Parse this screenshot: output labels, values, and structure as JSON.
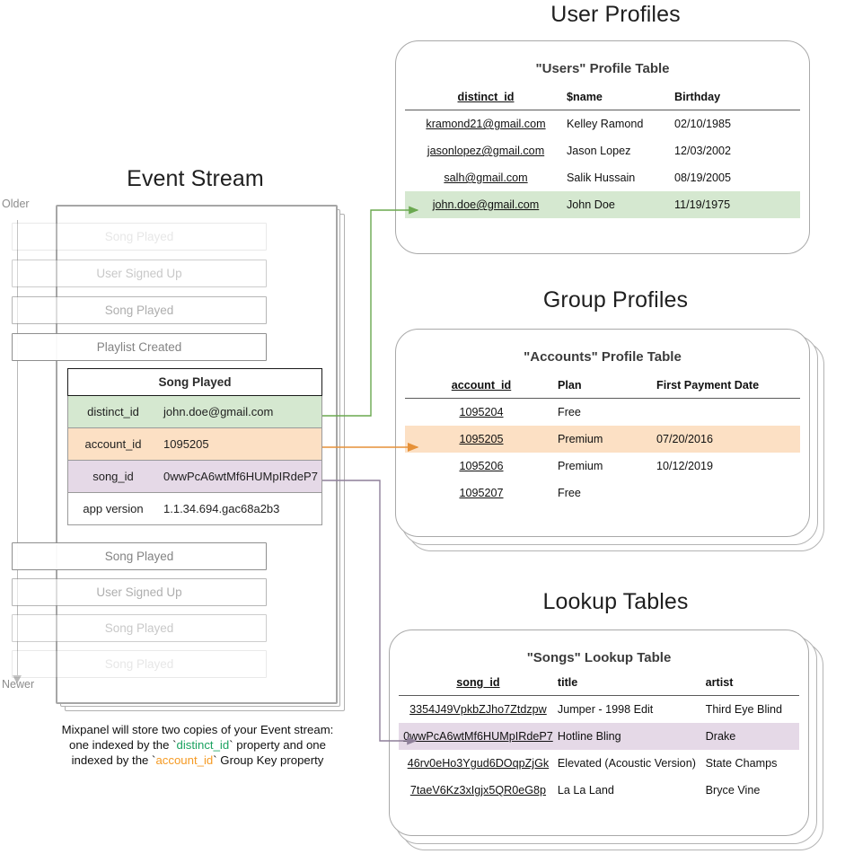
{
  "sections": {
    "user_profiles": {
      "title": "User Profiles"
    },
    "group_profiles": {
      "title": "Group Profiles"
    },
    "lookup_tables": {
      "title": "Lookup Tables"
    },
    "event_stream": {
      "title": "Event Stream"
    }
  },
  "axis": {
    "older": "Older",
    "newer": "Newer"
  },
  "caption": {
    "line1": "Mixpanel will store two copies of your Event stream:",
    "line2_a": "one indexed by the `",
    "line2_key": "distinct_id",
    "line2_b": "` property and one",
    "line3_a": "indexed by the `",
    "line3_key": "account_id",
    "line3_b": "` Group Key property"
  },
  "event_stream": {
    "faded_top": [
      {
        "label": "Song Played",
        "fade": "f1"
      },
      {
        "label": "User Signed Up",
        "fade": "f2"
      },
      {
        "label": "Song Played",
        "fade": "f3"
      },
      {
        "label": "Playlist Created",
        "fade": "f4"
      }
    ],
    "faded_bottom": [
      {
        "label": "Song Played",
        "fade": "f4"
      },
      {
        "label": "User Signed Up",
        "fade": "f3"
      },
      {
        "label": "Song Played",
        "fade": "f2"
      },
      {
        "label": "Song Played",
        "fade": "f1"
      }
    ],
    "expanded": {
      "header": "Song Played",
      "properties": [
        {
          "key": "distinct_id",
          "value": "john.doe@gmail.com",
          "highlight": "green"
        },
        {
          "key": "account_id",
          "value": "1095205",
          "highlight": "orange"
        },
        {
          "key": "song_id",
          "value": "0wwPcA6wtMf6HUMpIRdeP7",
          "highlight": "purple"
        },
        {
          "key": "app version",
          "value": "1.1.34.694.gac68a2b3",
          "highlight": "none"
        }
      ]
    }
  },
  "users_table": {
    "title": "\"Users\" Profile Table",
    "columns": [
      "distinct_id",
      "$name",
      "Birthday"
    ],
    "rows": [
      {
        "cells": [
          "kramond21@gmail.com",
          "Kelley Ramond",
          "02/10/1985"
        ],
        "highlight": "none"
      },
      {
        "cells": [
          "jasonlopez@gmail.com",
          "Jason Lopez",
          "12/03/2002"
        ],
        "highlight": "none"
      },
      {
        "cells": [
          "salh@gmail.com",
          "Salik Hussain",
          "08/19/2005"
        ],
        "highlight": "none"
      },
      {
        "cells": [
          "john.doe@gmail.com",
          "John Doe",
          "11/19/1975"
        ],
        "highlight": "green"
      }
    ]
  },
  "accounts_table": {
    "title": "\"Accounts\" Profile Table",
    "columns": [
      "account_id",
      "Plan",
      "First Payment Date"
    ],
    "rows": [
      {
        "cells": [
          "1095204",
          "Free",
          ""
        ],
        "highlight": "none"
      },
      {
        "cells": [
          "1095205",
          "Premium",
          "07/20/2016"
        ],
        "highlight": "orange"
      },
      {
        "cells": [
          "1095206",
          "Premium",
          "10/12/2019"
        ],
        "highlight": "none"
      },
      {
        "cells": [
          "1095207",
          "Free",
          ""
        ],
        "highlight": "none"
      }
    ]
  },
  "songs_table": {
    "title": "\"Songs\" Lookup Table",
    "columns": [
      "song_id",
      "title",
      "artist"
    ],
    "rows": [
      {
        "cells": [
          "3354J49VpkbZJho7Ztdzpw",
          "Jumper - 1998 Edit",
          "Third Eye Blind"
        ],
        "highlight": "none"
      },
      {
        "cells": [
          "0wwPcA6wtMf6HUMpIRdeP7",
          "Hotline Bling",
          "Drake"
        ],
        "highlight": "purple"
      },
      {
        "cells": [
          "46rv0eHo3Ygud6DOqpZjGk",
          "Elevated (Acoustic Version)",
          "State Champs"
        ],
        "highlight": "none"
      },
      {
        "cells": [
          "7taeV6Kz3xIgjx5QR0eG8p",
          "La La Land",
          "Bryce Vine"
        ],
        "highlight": "none"
      }
    ]
  },
  "colors": {
    "green": "#d5e8d0",
    "orange": "#fce0c4",
    "purple": "#e5d9e7",
    "green_arrow": "#6aa84f",
    "orange_arrow": "#e69138",
    "purple_arrow": "#8e7f99",
    "border": "#a9a9a9"
  }
}
